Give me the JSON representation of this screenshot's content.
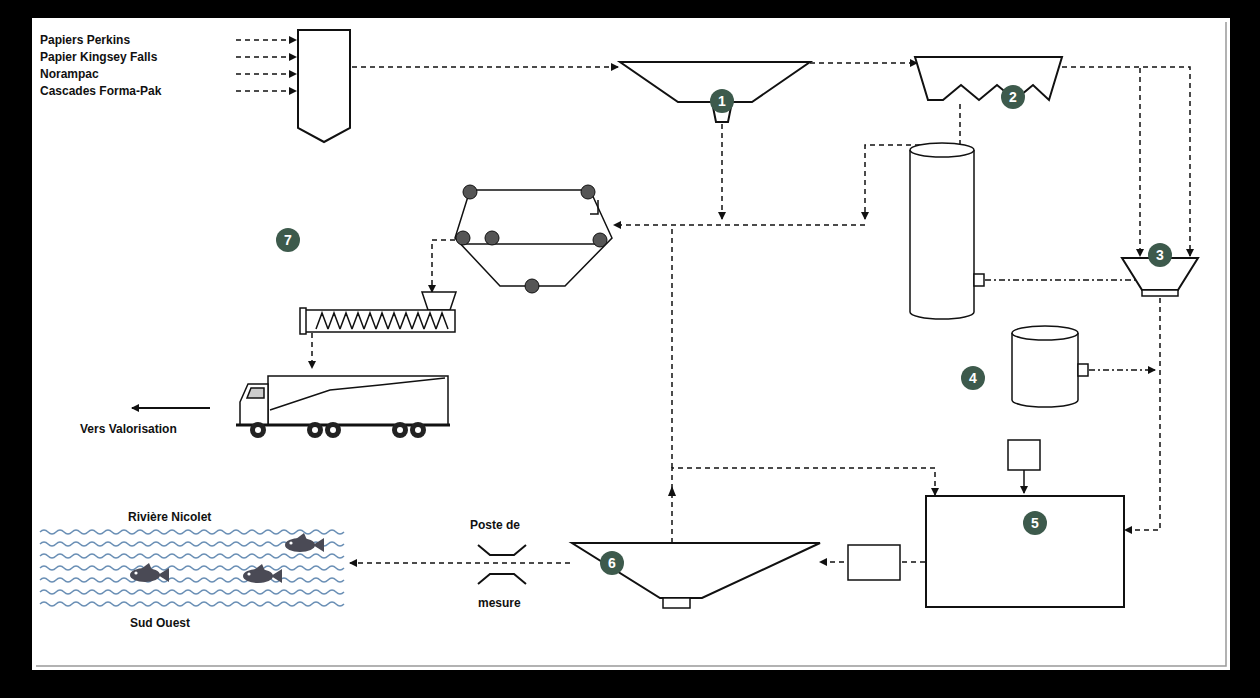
{
  "diagram": {
    "nodes": [
      {
        "text": [
          "1"
        ]
      },
      {
        "text": [
          "2"
        ]
      },
      {
        "text": [
          "3"
        ]
      },
      {
        "text": [
          "5"
        ]
      },
      {
        "text": [
          "6"
        ]
      }
    ],
    "edges": [
      {
        "from": 0,
        "to": 1,
        "arrow": "to"
      },
      {
        "from": 1,
        "to": 2,
        "arrow": "to"
      },
      {
        "from": 2,
        "to": 3,
        "arrow": "to"
      },
      {
        "from": 3,
        "to": 4,
        "arrow": "to"
      },
      {
        "from": 4,
        "to": 3,
        "arrow": "to"
      }
    ],
    "labels": [
      "Papiers Perkins",
      "Papier Kingsey Falls",
      "Norampac",
      "Cascades Forma-Pak",
      "7",
      "4",
      "Vers Valorisation",
      "Rivière Nicolet",
      "Sud Ouest",
      "Poste de",
      "mesure"
    ]
  }
}
